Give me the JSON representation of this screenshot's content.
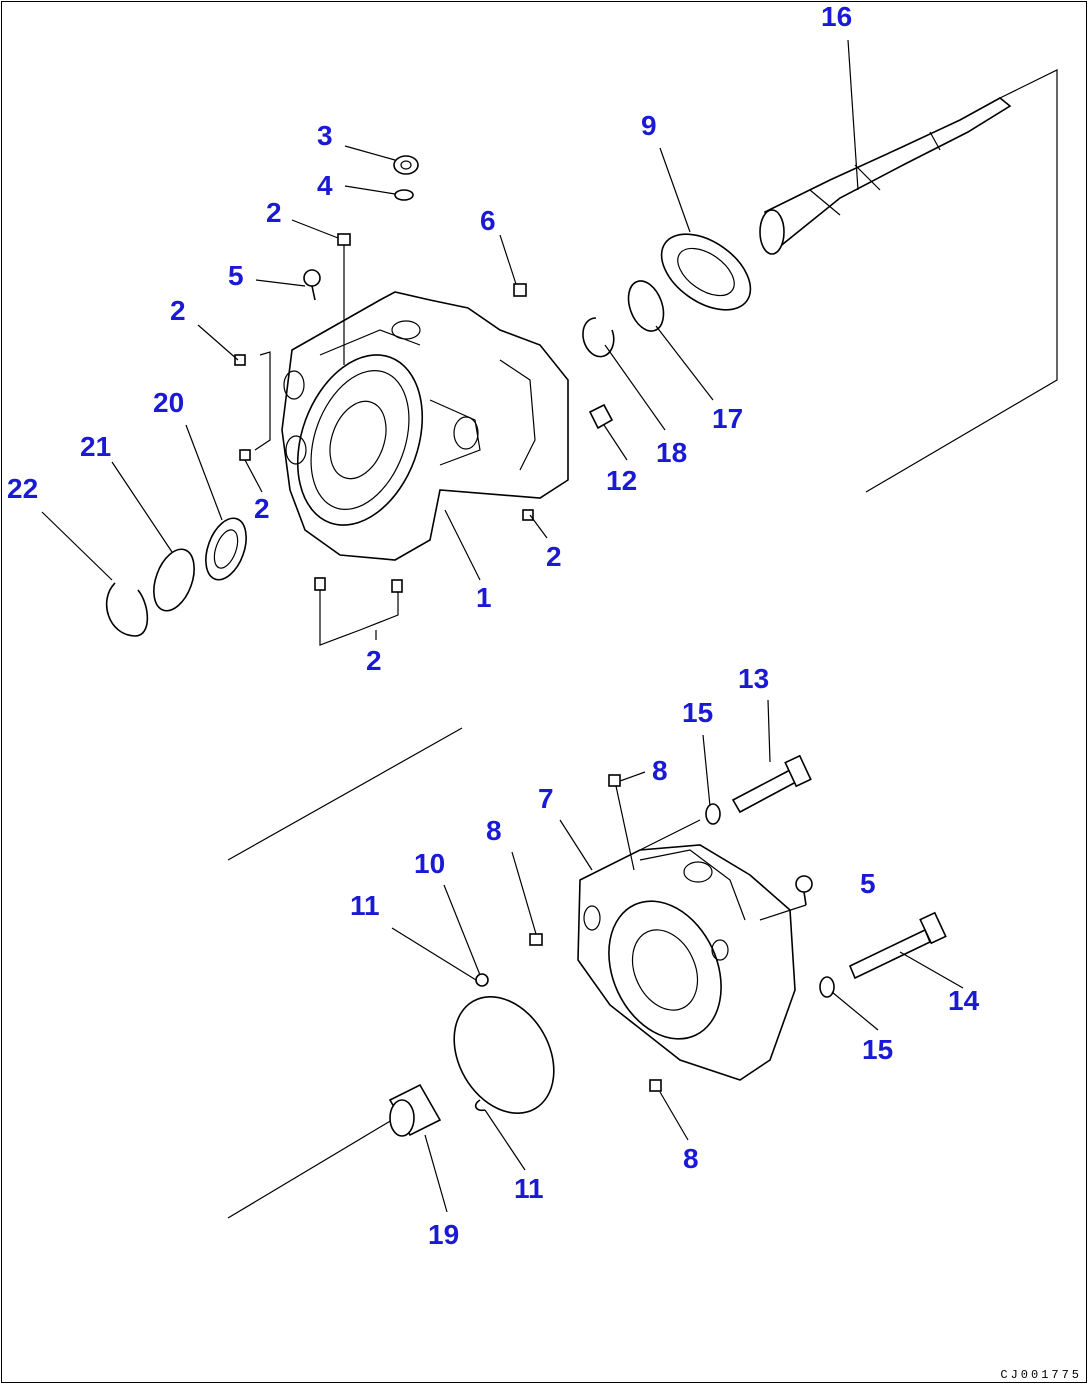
{
  "callouts": {
    "c1": "1",
    "c2a": "2",
    "c2b": "2",
    "c2c": "2",
    "c2d": "2",
    "c2e": "2",
    "c3": "3",
    "c4": "4",
    "c5a": "5",
    "c5b": "5",
    "c6": "6",
    "c7": "7",
    "c8a": "8",
    "c8b": "8",
    "c8c": "8",
    "c9": "9",
    "c10": "10",
    "c11a": "11",
    "c11b": "11",
    "c12": "12",
    "c13": "13",
    "c14": "14",
    "c15a": "15",
    "c15b": "15",
    "c16": "16",
    "c17": "17",
    "c18": "18",
    "c19": "19",
    "c20": "20",
    "c21": "21",
    "c22": "22"
  },
  "drawing_code": "CJ001775",
  "colors": {
    "callout": "#1a1ad6",
    "line": "#000000",
    "background": "#ffffff"
  }
}
